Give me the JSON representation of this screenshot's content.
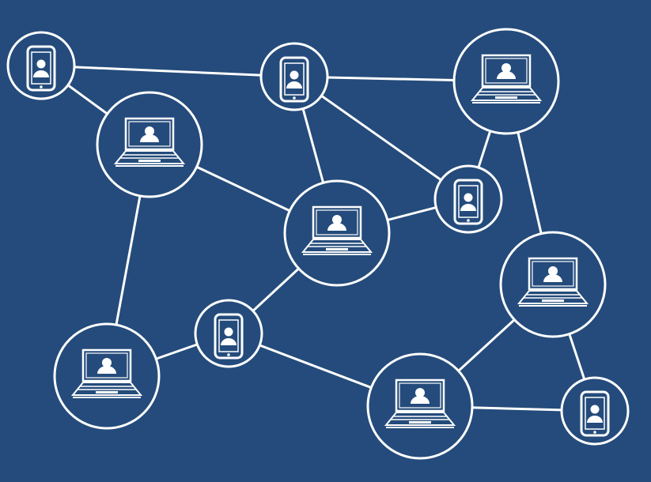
{
  "colors": {
    "background": "#244b7b",
    "stroke": "#ffffff"
  },
  "nodes": [
    {
      "id": "n1",
      "device": "phone"
    },
    {
      "id": "n2",
      "device": "laptop"
    },
    {
      "id": "n3",
      "device": "phone"
    },
    {
      "id": "n4",
      "device": "laptop"
    },
    {
      "id": "n5",
      "device": "phone"
    },
    {
      "id": "n6",
      "device": "laptop"
    },
    {
      "id": "n7",
      "device": "laptop"
    },
    {
      "id": "n8",
      "device": "phone"
    },
    {
      "id": "n9",
      "device": "laptop"
    },
    {
      "id": "n10",
      "device": "laptop"
    },
    {
      "id": "n11",
      "device": "phone"
    }
  ],
  "edges": [
    [
      "n1",
      "n3"
    ],
    [
      "n1",
      "n2"
    ],
    [
      "n3",
      "n4"
    ],
    [
      "n3",
      "n6"
    ],
    [
      "n3",
      "n5"
    ],
    [
      "n4",
      "n5"
    ],
    [
      "n4",
      "n7"
    ],
    [
      "n2",
      "n6"
    ],
    [
      "n2",
      "n9"
    ],
    [
      "n6",
      "n5"
    ],
    [
      "n6",
      "n8"
    ],
    [
      "n8",
      "n9"
    ],
    [
      "n8",
      "n10"
    ],
    [
      "n10",
      "n7"
    ],
    [
      "n10",
      "n11"
    ],
    [
      "n7",
      "n11"
    ]
  ]
}
